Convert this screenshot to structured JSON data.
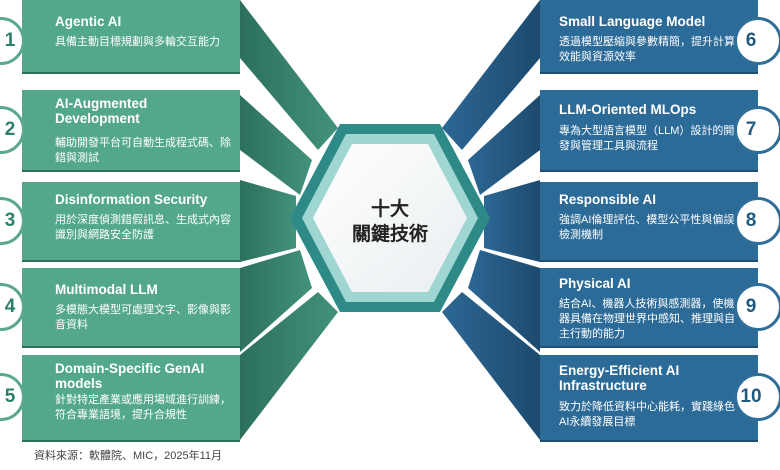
{
  "center": {
    "line1": "十大",
    "line2": "關鍵技術"
  },
  "left_items": [
    {
      "number": "1",
      "title": "Agentic AI",
      "desc": "具備主動目標規劃與多輪交互能力"
    },
    {
      "number": "2",
      "title": "AI-Augmented Development",
      "desc": "輔助開發平台可自動生成程式碼、除錯與測試"
    },
    {
      "number": "3",
      "title": "Disinformation Security",
      "desc": "用於深度偵測錯假訊息、生成式內容識別與網路安全防護"
    },
    {
      "number": "4",
      "title": "Multimodal LLM",
      "desc": "多模態大模型可處理文字、影像與影音資料"
    },
    {
      "number": "5",
      "title": "Domain-Specific GenAI models",
      "desc": "針對特定產業或應用場域進行訓練，符合專業語境，提升合規性"
    }
  ],
  "right_items": [
    {
      "number": "6",
      "title": "Small Language Model",
      "desc": "透過模型壓縮與參數精簡，提升計算效能與資源效率"
    },
    {
      "number": "7",
      "title": "LLM-Oriented MLOps",
      "desc": "專為大型語言模型（LLM）設計的開發與管理工具與流程"
    },
    {
      "number": "8",
      "title": "Responsible AI",
      "desc": "強調AI倫理評估、模型公平性與偏誤檢測機制"
    },
    {
      "number": "9",
      "title": "Physical AI",
      "desc": "結合AI、機器人技術與感測器，使機器具備在物理世界中感知、推理與自主行動的能力"
    },
    {
      "number": "10",
      "title": "Energy-Efficient AI Infrastructure",
      "desc": "致力於降低資料中心能耗，實踐綠色AI永續發展目標"
    }
  ],
  "source": "資料來源：軟體院、MIC，2025年11月",
  "colors": {
    "left_card": "#53a78d",
    "left_shadow": "#2c6f5d",
    "right_card": "#2c6b98",
    "right_shadow": "#1f4e73",
    "hex_outer": "#2e8a87"
  }
}
